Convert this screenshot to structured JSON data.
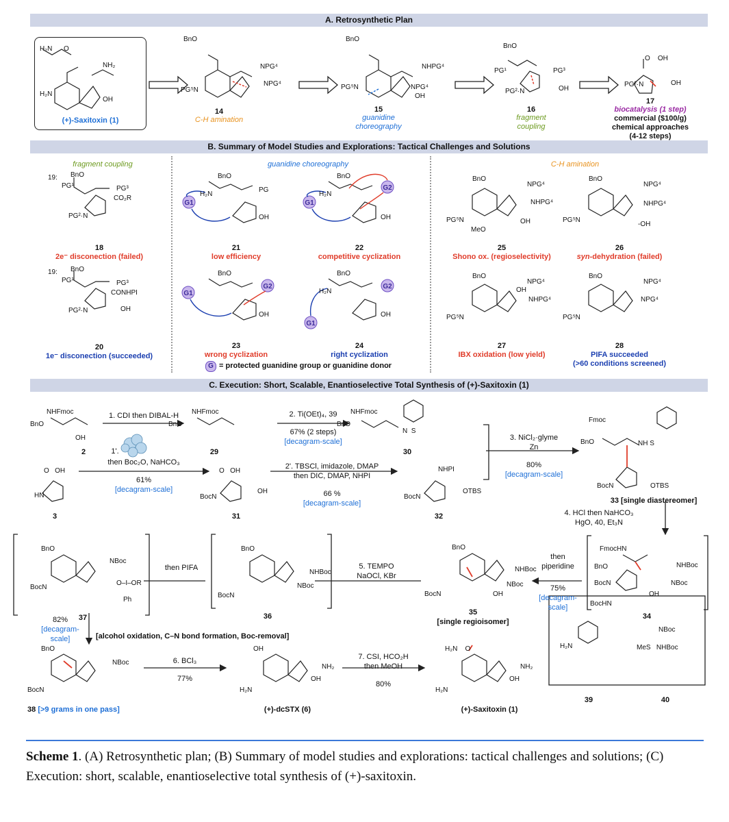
{
  "sections": {
    "a_title": "A. Retrosynthetic Plan",
    "b_title": "B. Summary of Model Studies and Explorations: Tactical Challenges and Solutions",
    "c_title": "C. Execution: Short, Scalable, Enantioselective Total Synthesis of (+)-Saxitoxin (1)"
  },
  "panel_a": {
    "saxitoxin_label": "(+)-Saxitoxin (1)",
    "c14_num": "14",
    "c14_tag": "C-H amination",
    "c15_num": "15",
    "c15_tag1": "guanidine",
    "c15_tag2": "choreography",
    "c16_num": "16",
    "c16_tag1": "fragment",
    "c16_tag2": "coupling",
    "c17_num": "17",
    "c17_tag": "biocatalysis (1 step)",
    "c17_line2": "commercial ($100/g)",
    "c17_line3": "chemical approaches",
    "c17_line4": "(4-12 steps)"
  },
  "panel_b": {
    "col1_head": "fragment coupling",
    "col2_head": "guanidine choreography",
    "col3_head": "C-H amination",
    "c18_num": "18",
    "c18_note": "2e⁻ disconection (failed)",
    "c20_num": "20",
    "c20_note": "1e⁻ disconection (succeeded)",
    "c21_num": "21",
    "c21_note": "low efficiency",
    "c22_num": "22",
    "c22_note": "competitive cyclization",
    "c23_num": "23",
    "c23_note": "wrong cyclization",
    "c24_num": "24",
    "c24_note": "right cyclization",
    "c25_num": "25",
    "c25_note": "Shono ox. (regioselectivity)",
    "c26_num": "26",
    "c26_note_a": "syn",
    "c26_note_b": "-dehydration (failed)",
    "c27_num": "27",
    "c27_note": "IBX oxidation (low yield)",
    "c28_num": "28",
    "c28_note1": "PIFA succeeded",
    "c28_note2": "(>60 conditions screened)",
    "legend_g": "G",
    "legend_text": "= protected guanidine group or guanidine donor"
  },
  "panel_c": {
    "s1": "1. CDI then DIBAL-H",
    "s2a": "2. Ti(OEt)₄, 39",
    "s2b": "67% (2 steps)",
    "s2c": "[decagram-scale]",
    "s3a": "3. NiCl₂·glyme",
    "s3b": "Zn",
    "s3c": "80%",
    "s3d": "[decagram-scale]",
    "s1p_a": "1'.",
    "s1p_b": "then Boc₂O, NaHCO₃",
    "s1p_c": "61%",
    "s1p_d": "[decagram-scale]",
    "s2p_a": "2'. TBSCl, imidazole, DMAP",
    "s2p_b": "then DIC, DMAP, NHPI",
    "s2p_c": "66 %",
    "s2p_d": "[decagram-scale]",
    "s4a": "4. HCl then NaHCO₃",
    "s4b": "HgO, 40, Et₃N",
    "s4c_a": "then",
    "s4c_b": "piperidine",
    "s4d": "75%",
    "s4e": "[decagram-",
    "s4f": "scale]",
    "s5a": "5. TEMPO",
    "s5b": "NaOCl, KBr",
    "pifa": "then PIFA",
    "s82a": "82%",
    "s82b": "[decagram-",
    "s82c": "scale]",
    "bracket_note": "[alcohol oxidation, C–N bond formation, Boc-removal]",
    "s6a": "6. BCl₃",
    "s6b": "77%",
    "s7a": "7. CSI, HCO₂H",
    "s7b": "then MeOH",
    "s7c": "80%",
    "n2": "2",
    "n29": "29",
    "n30": "30",
    "n3": "3",
    "n31": "31",
    "n32": "32",
    "n33": "33 [single diastereomer]",
    "n34": "34",
    "n35": "35",
    "n35b": "[single regioisomer]",
    "n36": "36",
    "n37": "37",
    "n38": "38",
    "n38b": "[>9 grams in one pass]",
    "n6": "(+)-dcSTX (6)",
    "n1": "(+)-Saxitoxin (1)",
    "n39": "39",
    "n40": "40"
  },
  "caption": {
    "bold": "Scheme 1",
    "text": ". (A) Retrosynthetic plan; (B) Summary of model studies and explorations: tactical challenges and solutions; (C) Execution: short, scalable, enantioselective total synthesis of (+)-saxitoxin."
  }
}
